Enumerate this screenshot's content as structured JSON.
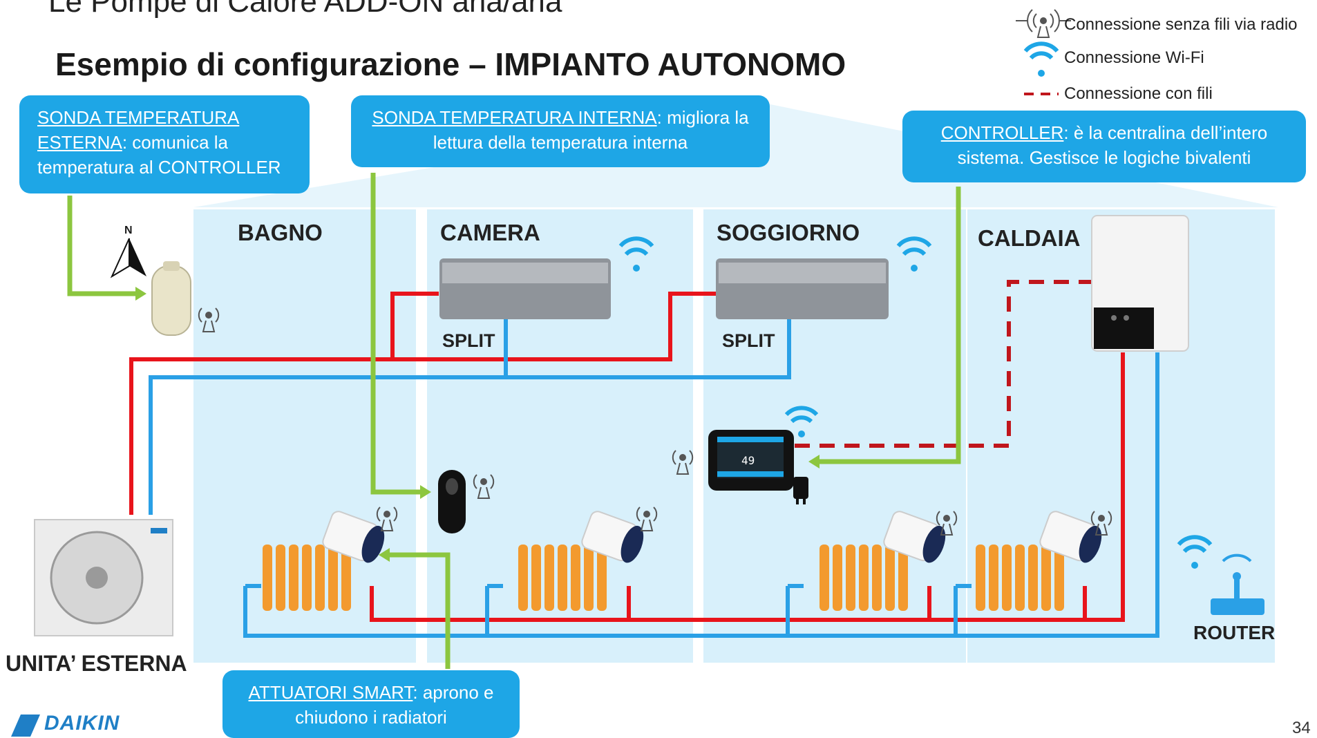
{
  "header": {
    "top_line": "Le Pompe di Calore ADD-ON aria/aria",
    "title": "Esempio di configurazione – IMPIANTO AUTONOMO"
  },
  "legend": {
    "radio": "Connessione senza fili via radio",
    "wifi": "Connessione Wi-Fi",
    "wired": "Connessione con fili"
  },
  "callouts": {
    "sonda_esterna": {
      "underlined": "SONDA TEMPERATURA ESTERNA",
      "rest": ": comunica la temperatura al CONTROLLER"
    },
    "sonda_interna": {
      "underlined": "SONDA TEMPERATURA INTERNA",
      "rest": ": migliora la lettura della temperatura interna"
    },
    "controller": {
      "underlined": "CONTROLLER",
      "rest": ": è la centralina dell’intero sistema. Gestisce le logiche bivalenti"
    },
    "attuatori": {
      "underlined": "ATTUATORI SMART",
      "rest": ": aprono e chiudono i radiatori"
    }
  },
  "rooms": {
    "bagno": "BAGNO",
    "camera": "CAMERA",
    "soggiorno": "SOGGIORNO",
    "caldaia": "CALDAIA"
  },
  "labels": {
    "split_1": "SPLIT",
    "split_2": "SPLIT",
    "outdoor_unit": "UNITA’ ESTERNA",
    "router": "ROUTER",
    "compass_n": "N",
    "controller_display": "49"
  },
  "footer": {
    "brand": "DAIKIN",
    "page_number": "34"
  },
  "colors": {
    "callout_blue": "#1ea6e6",
    "room_bg": "#d8f0fb",
    "hot_pipe": "#e8141b",
    "cold_pipe": "#2aa0e6",
    "sensor_green": "#8cc63f",
    "wired_dashed": "#c0161c",
    "radiator": "#f39a2e"
  }
}
